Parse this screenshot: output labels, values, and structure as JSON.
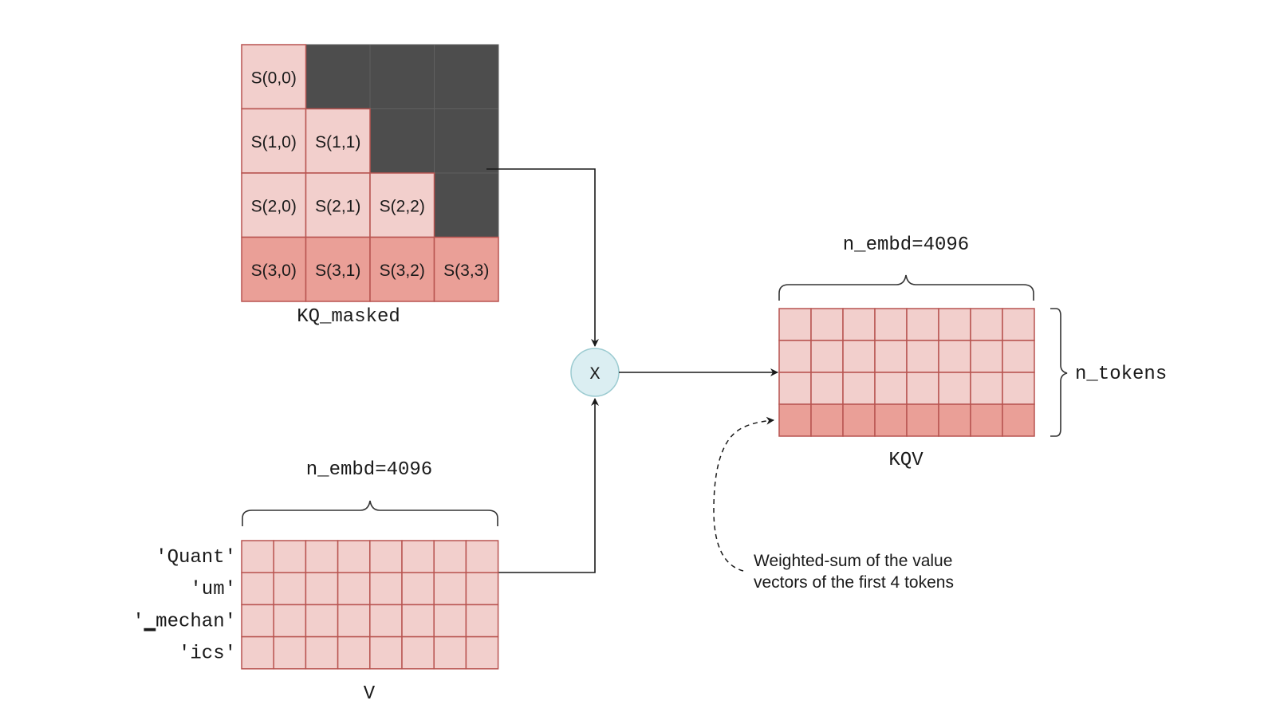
{
  "kq_masked": {
    "label": "KQ_masked",
    "rows": [
      [
        "S(0,0)",
        null,
        null,
        null
      ],
      [
        "S(1,0)",
        "S(1,1)",
        null,
        null
      ],
      [
        "S(2,0)",
        "S(2,1)",
        "S(2,2)",
        null
      ],
      [
        "S(3,0)",
        "S(3,1)",
        "S(3,2)",
        "S(3,3)"
      ]
    ],
    "highlighted_row": 3
  },
  "multiply_node": {
    "label": "X"
  },
  "v_matrix": {
    "label": "V",
    "dim_label": "n_embd=4096",
    "row_labels": [
      "'Quant'",
      "'um'",
      "'▁mechan'",
      "'ics'"
    ],
    "n_rows": 4,
    "n_cols": 8
  },
  "kqv_matrix": {
    "label": "KQV",
    "dim_label": "n_embd=4096",
    "side_label": "n_tokens",
    "n_rows": 4,
    "n_cols": 8,
    "highlighted_row": 3
  },
  "annotation": {
    "line1": "Weighted-sum of the value",
    "line2": "vectors of the first 4 tokens"
  },
  "colors": {
    "cell_light": "#f2cfcc",
    "cell_highlight": "#ea9f97",
    "cell_border": "#b85450",
    "masked": "#4d4d4d",
    "node_fill": "#dbeef2",
    "node_stroke": "#9ccbd1"
  }
}
